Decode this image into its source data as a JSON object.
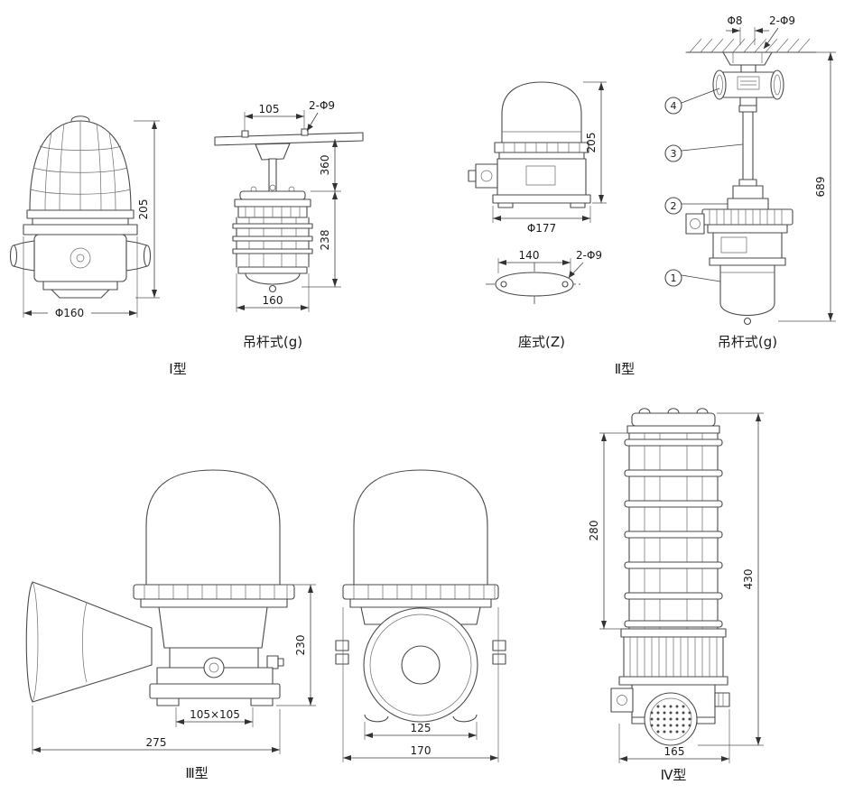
{
  "diagram": {
    "background": "#ffffff",
    "line_color": "#4a4a4a"
  },
  "figures": {
    "f1": {
      "dim_height": "205",
      "dim_dia": "Φ160",
      "type": "Ⅰ型"
    },
    "f2": {
      "title": "吊杆式(g)",
      "dim_span": "105",
      "dim_holes": "2-Φ9",
      "dim_drop": "360",
      "dim_body": "238",
      "dim_width": "160"
    },
    "f3": {
      "title": "座式(Z)",
      "dim_height": "205",
      "dim_dia": "Φ177",
      "dim_base": "140",
      "dim_holes": "2-Φ9"
    },
    "f4": {
      "title": "吊杆式(g)",
      "type": "Ⅱ型",
      "dim_rod": "Φ8",
      "dim_holes": "2-Φ9",
      "dim_total": "689",
      "callout_1": "1",
      "callout_2": "2",
      "callout_3": "3",
      "callout_4": "4"
    },
    "f5": {
      "type": "Ⅲ型",
      "dim_height": "230",
      "dim_square": "105×105",
      "dim_width": "275"
    },
    "f6": {
      "dim_inner": "125",
      "dim_width": "170"
    },
    "f7": {
      "type": "Ⅳ型",
      "dim_cage": "280",
      "dim_total": "430",
      "dim_width": "165"
    }
  }
}
